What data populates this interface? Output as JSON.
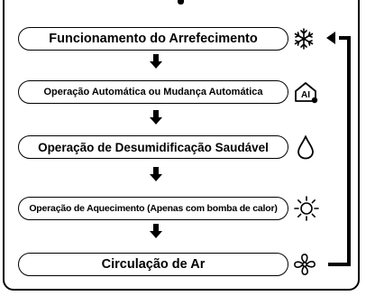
{
  "modes": [
    {
      "label": "Funcionamento do Arrefecimento",
      "icon": "snowflake-icon"
    },
    {
      "label": "Operação Automática ou Mudança Automática",
      "icon": "auto-mode-icon",
      "icon_text": "AI"
    },
    {
      "label": "Operação de Desumidificação Saudável",
      "icon": "water-drop-icon"
    },
    {
      "label": "Operação de Aquecimento (Apenas com bomba de calor)",
      "icon": "sun-icon"
    },
    {
      "label": "Circulação de Ar",
      "icon": "fan-icon"
    }
  ]
}
